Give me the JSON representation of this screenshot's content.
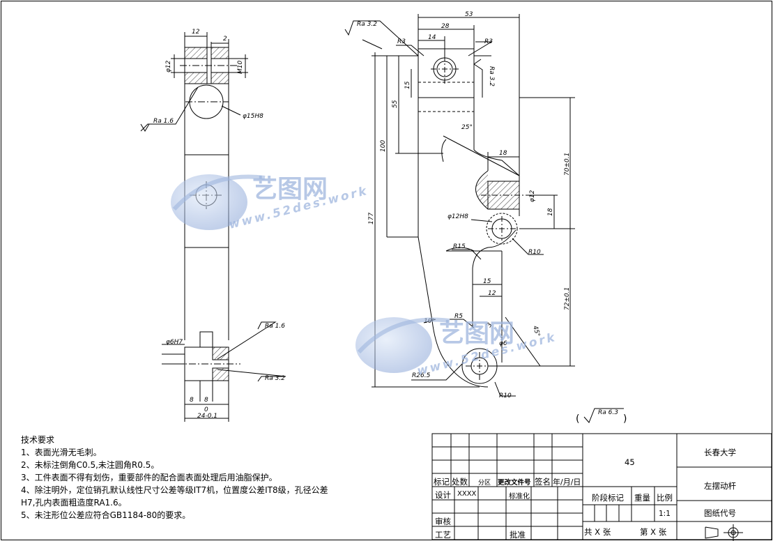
{
  "tech_requirements": {
    "title": "技术要求",
    "items": [
      "1、表面光滑无毛刺。",
      "2、未标注倒角C0.5,未注圆角R0.5。",
      "3、工件表面不得有划伤，重要部件的配合面表面处理后用油脂保护。",
      "4、除注明外，定位销孔默认线性尺寸公差等级IT7机，位置度公差IT8级，孔径公差",
      "H7,孔内表面粗造度RA1.6。",
      "5、未注形位公差应符合GB1184-80的要求。"
    ]
  },
  "title_block": {
    "material": "45",
    "school": "长春大学",
    "part_name": "左摆动杆",
    "drawing_no_label": "图纸代号",
    "row_labels": [
      "标记",
      "处数",
      "分区",
      "更改文件号",
      "签名",
      "年/月/日"
    ],
    "design_label": "设计",
    "designer": "XXXX",
    "standardize_label": "标准化",
    "stage_label": "阶段标记",
    "weight_label": "重量",
    "scale_label": "比例",
    "scale": "1:1",
    "review_label": "审核",
    "process_label": "工艺",
    "approve_label": "批准",
    "sheets": "共 X 张",
    "sheet_no": "第 X 张"
  },
  "side_view": {
    "dims": {
      "w12": "12",
      "w2": "2",
      "d12": "φ12",
      "m10": "M10",
      "d15h8": "φ15H8",
      "ra16_top": "Ra 1.6",
      "ra16_bot": "Ra 1.6",
      "ra32_bot": "Ra 3.2",
      "d6h7": "φ6H7",
      "b8a": "8",
      "b8b": "8",
      "b0": "0",
      "b24": "24-0.1"
    }
  },
  "front_view": {
    "dims": {
      "ra32_top": "Ra 3.2",
      "d53": "53",
      "d28": "28",
      "d14": "14",
      "r3a": "R3",
      "r3b": "R3",
      "ra32_side": "Ra 3.2",
      "d15": "15",
      "d55": "55",
      "d100": "100",
      "d177": "177",
      "a25": "25°",
      "d18a": "18",
      "d70": "70±0.1",
      "d12phi": "φ12",
      "d18b": "18",
      "d12h8": "φ12H8",
      "r10a": "R10",
      "r15": "R15",
      "d15b": "15",
      "d12": "12",
      "d72": "72±0.1",
      "a10": "10°",
      "r5": "R5",
      "a45": "45°",
      "d6": "φ6",
      "d3": "3",
      "r265": "R26.5",
      "r10b": "R10",
      "ra63": "Ra 6.3"
    }
  },
  "watermark": {
    "brand": "艺图网",
    "url": "www.52des.work"
  }
}
